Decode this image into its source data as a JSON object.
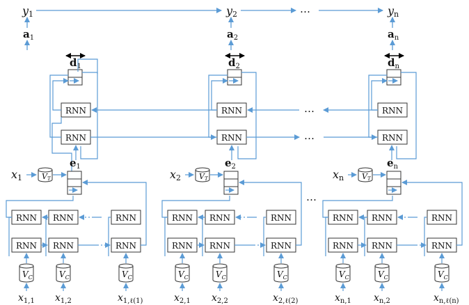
{
  "colors": {
    "line": "#5b9bd5",
    "box": "#333333",
    "text": "#111111",
    "arrow_black": "#000000"
  },
  "cell_label": "RNN",
  "vt_label": "V",
  "vt_sub": "T",
  "vc_label": "V",
  "vc_sub": "C",
  "dots": "…",
  "columns": [
    {
      "y": "y",
      "y_sub": "1",
      "a": "a",
      "a_sub": "1",
      "d": "d",
      "d_sub": "1",
      "e": "e",
      "e_sub": "1",
      "x": "x",
      "x_sub": "1",
      "inputs": [
        {
          "x": "x",
          "sub": "1,1"
        },
        {
          "x": "x",
          "sub": "1,2"
        },
        {
          "x": "x",
          "sub": "1,ℓ(1)"
        }
      ]
    },
    {
      "y": "y",
      "y_sub": "2",
      "a": "a",
      "a_sub": "2",
      "d": "d",
      "d_sub": "2",
      "e": "e",
      "e_sub": "2",
      "x": "x",
      "x_sub": "2",
      "inputs": [
        {
          "x": "x",
          "sub": "2,1"
        },
        {
          "x": "x",
          "sub": "2,2"
        },
        {
          "x": "x",
          "sub": "2,ℓ(2)"
        }
      ]
    },
    {
      "y": "y",
      "y_sub": "n",
      "a": "a",
      "a_sub": "n",
      "d": "d",
      "d_sub": "n",
      "e": "e",
      "e_sub": "n",
      "x": "x",
      "x_sub": "n",
      "inputs": [
        {
          "x": "x",
          "sub": "n,1"
        },
        {
          "x": "x",
          "sub": "n,2"
        },
        {
          "x": "x",
          "sub": "n,ℓ(n)"
        }
      ]
    }
  ]
}
